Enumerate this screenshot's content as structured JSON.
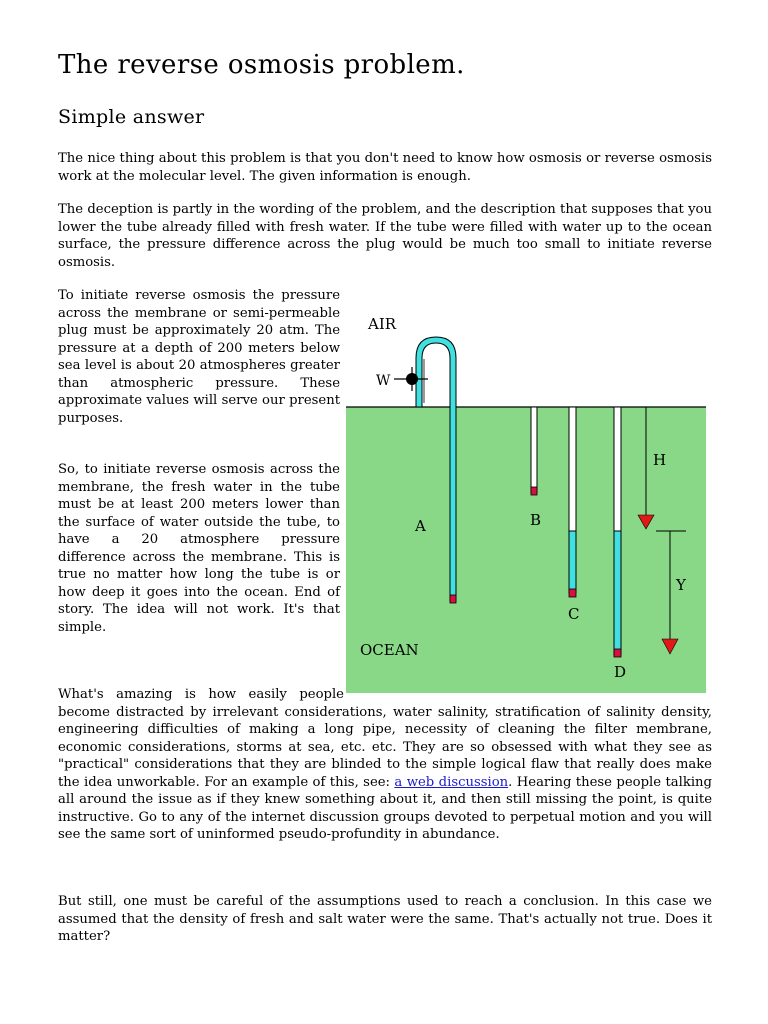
{
  "title": "The reverse osmosis problem.",
  "subtitle": "Simple answer",
  "paragraphs": {
    "p1": "The nice thing about this problem is that you don't need to know how osmosis or reverse osmosis work at the molecular level. The given information is enough.",
    "p2": "The deception is partly in the wording of the problem, and the description that supposes that you lower the tube already filled with fresh water. If the tube were filled with water up to the ocean surface, the pressure difference across the plug would be much too small to initiate reverse osmosis.",
    "p3": "To initiate reverse osmosis the pressure across the membrane or semi-permeable plug must be approximately 20 atm. The pressure at a depth of 200 meters below sea level is about 20 atmospheres greater than atmospheric pressure. These approximate values will serve our present purposes.",
    "p4": "So, to initiate reverse osmosis across the membrane, the fresh water in the tube must be at least 200 meters lower than the surface of water outside the tube, to have a 20 atmosphere pressure difference across the membrane. This is true no matter how long the tube is or how deep it goes into the ocean. End of story. The idea will not work. It's that simple.",
    "p5_before": "What's amazing is how easily people become distracted by irrelevant considerations, water salinity, stratification of salinity density, engineering difficulties of making a long pipe, necessity of cleaning the filter membrane, economic considerations, storms at sea, etc. etc. They are so obsessed with what they see as \"practical\" considerations that they are blinded to the simple logical flaw that really does make the idea unworkable. For an example of this, see: ",
    "p5_link": "a web discussion",
    "p5_after": ". Hearing these people talking all around the issue as if they knew something about it, and then still missing the point, is quite instructive. Go to any of the internet discussion groups devoted to perpetual motion and you will see the same sort of uninformed pseudo-profundity in abundance.",
    "p6": "But still, one must be careful of the assumptions used to reach a conclusion. In this case we assumed that the density of fresh and salt water were the same. That's actually not true. Does it matter?"
  },
  "diagram": {
    "labels": {
      "air": "AIR",
      "ocean": "OCEAN",
      "w": "W",
      "a": "A",
      "b": "B",
      "c": "C",
      "d": "D",
      "h": "H",
      "y": "Y"
    },
    "colors": {
      "ocean": "#88d888",
      "tube": "#40e0e0",
      "plug": "#d81040",
      "arrow": "#e01818"
    }
  }
}
